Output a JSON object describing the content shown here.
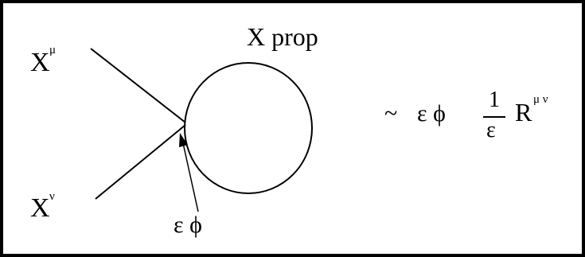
{
  "diagram": {
    "external_leg_top": {
      "label": "X",
      "index": "μ"
    },
    "external_leg_bottom": {
      "label": "X",
      "index": "ν"
    },
    "loop_label": "X prop",
    "vertex_label": "ε ϕ",
    "result": {
      "tilde": "~",
      "prefactor": "ε ϕ",
      "fraction_numerator": "1",
      "fraction_denominator": "ε",
      "tensor": "R",
      "tensor_indices": "μ ν"
    }
  }
}
